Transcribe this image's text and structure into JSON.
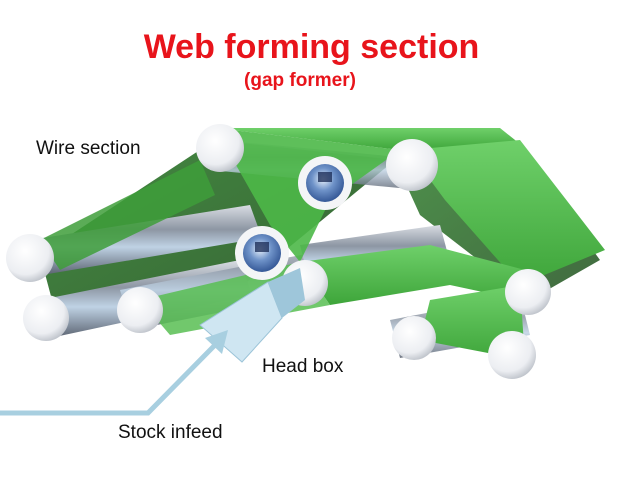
{
  "title": "Web forming section",
  "subtitle": "(gap former)",
  "labels": {
    "wire_section": "Wire section",
    "head_box": "Head box",
    "stock_infeed": "Stock infeed"
  },
  "colors": {
    "title": "#e8141b",
    "wire_green": "#4cb848",
    "wire_dark": "#2f7d2c",
    "infeed_arrow": "#a8cfe0",
    "roll": "#f4f5f7"
  },
  "icons": [
    "roll-icon",
    "suction-roll-icon",
    "head-box-icon",
    "arrow-icon"
  ]
}
